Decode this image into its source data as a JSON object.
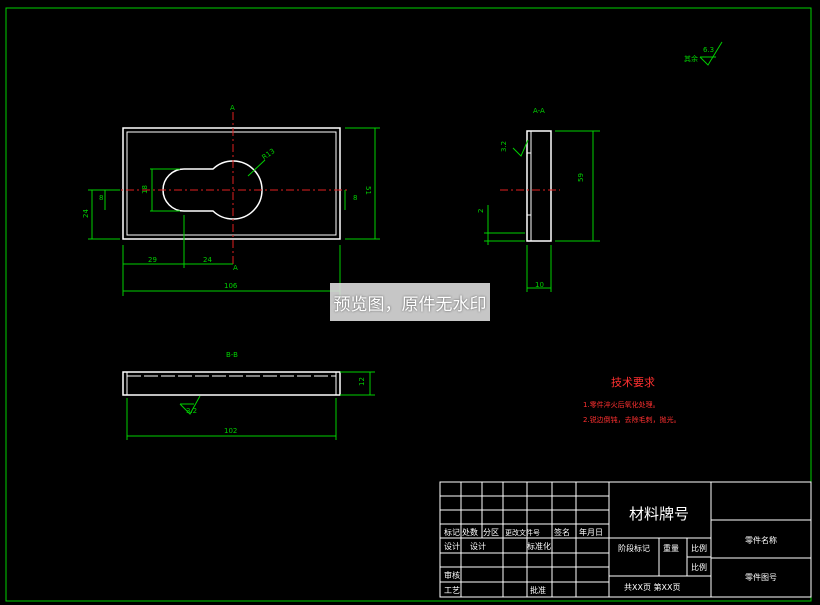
{
  "watermark": "预览图，原件无水印",
  "surface_note": {
    "label": "其余",
    "value": "6.3"
  },
  "view_labels": {
    "top_a": "A",
    "bottom_a": "A",
    "section_aa": "A-A",
    "section_bb": "B-B"
  },
  "dimensions": {
    "d106": "106",
    "d29": "29",
    "d24_bottom": "24",
    "d24_left": "24",
    "d51": "51",
    "d18": "18",
    "d8_left": "8",
    "d8_right": "8",
    "r13": "R13",
    "d59": "59",
    "d2": "2",
    "d10": "10",
    "d102": "102",
    "d12": "12",
    "rough_32_top": "3.2",
    "rough_32_bottom": "3.2"
  },
  "tech_requirements": {
    "title": "技术要求",
    "items": [
      "1.零件淬火后氧化处理。",
      "2.锐边倒钝，去除毛刺，抛光。"
    ]
  },
  "title_block": {
    "material": "材料牌号",
    "part_name": "零件名称",
    "part_no": "零件图号",
    "stage_mark": "阶段标记",
    "weight": "重量",
    "scale": "比例",
    "scale2": "比例",
    "sheets": "共XX页  第XX页",
    "row_headers": [
      "标记",
      "处数",
      "分区",
      "更改文件号",
      "签名",
      "年月日"
    ],
    "design": "设计",
    "design2": "设计",
    "standardize": "标准化",
    "review": "审核",
    "process": "工艺",
    "approve": "批准"
  }
}
